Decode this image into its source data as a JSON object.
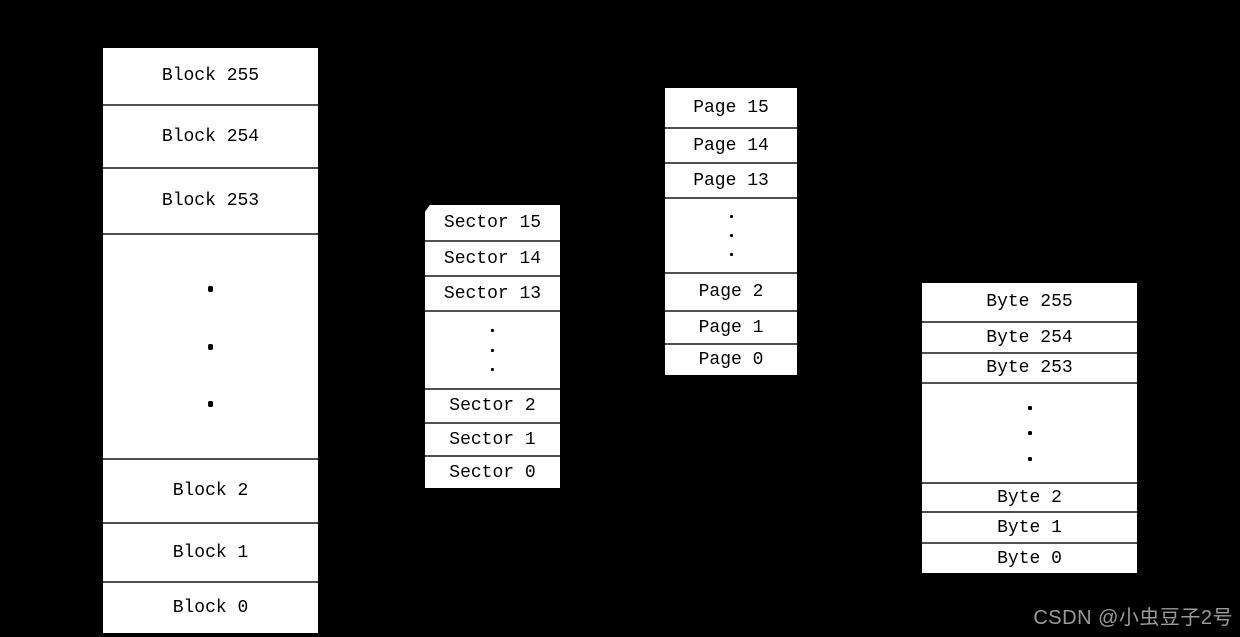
{
  "colors": {
    "background": "#000000",
    "box_fill": "#ffffff",
    "divider_line": "#4f4f4f",
    "cell_text": "#000000",
    "watermark_text": "#9b9b9b"
  },
  "icons": {
    "vertical_ellipsis": "three-vertical-dots"
  },
  "diagram": {
    "columns": [
      {
        "id": "block",
        "top_cells": [
          "Block 255",
          "Block 254",
          "Block 253"
        ],
        "bottom_cells": [
          "Block 2",
          "Block 1",
          "Block 0"
        ]
      },
      {
        "id": "sector",
        "top_cells": [
          "Sector 15",
          "Sector 14",
          "Sector 13"
        ],
        "bottom_cells": [
          "Sector 2",
          "Sector 1",
          "Sector 0"
        ]
      },
      {
        "id": "page",
        "top_cells": [
          "Page 15",
          "Page 14",
          "Page 13"
        ],
        "bottom_cells": [
          "Page 2",
          "Page 1",
          "Page 0"
        ]
      },
      {
        "id": "byte",
        "top_cells": [
          "Byte 255",
          "Byte 254",
          "Byte 253"
        ],
        "bottom_cells": [
          "Byte 2",
          "Byte 1",
          "Byte 0"
        ]
      }
    ]
  },
  "watermark": {
    "text": "CSDN @小虫豆子2号"
  }
}
